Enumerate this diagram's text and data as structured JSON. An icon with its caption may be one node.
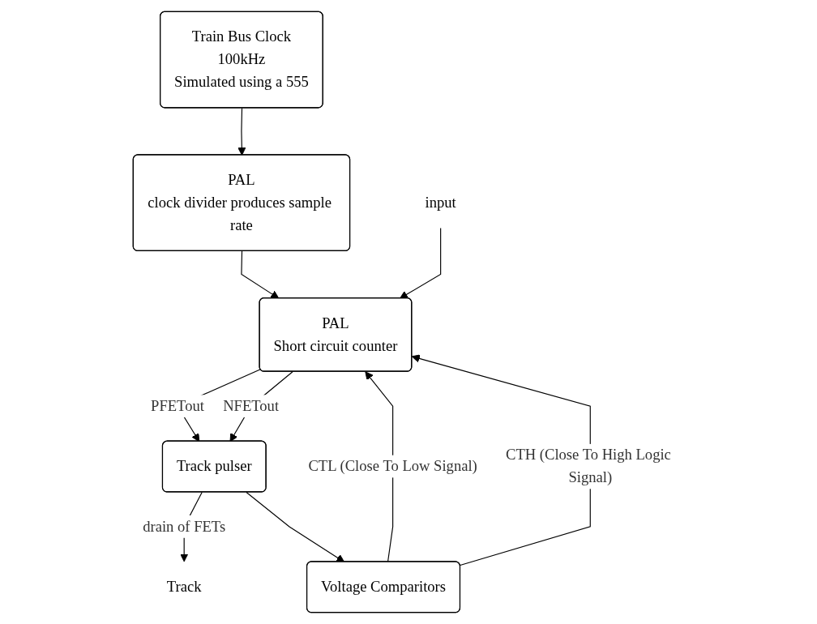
{
  "diagram": {
    "nodes": [
      {
        "text": [
          "Train Bus Clock",
          "100kHz",
          "Simulated using a 555"
        ]
      },
      {
        "text": [
          "PAL",
          "clock divider produces sample rate"
        ]
      },
      {
        "text": [
          "PAL",
          "Short circuit counter"
        ]
      },
      {
        "text": [
          "Track pulser"
        ]
      },
      {
        "text": [
          "Voltage Comparitors"
        ]
      },
      {
        "text": [
          "input"
        ]
      },
      {
        "text": [
          "Track"
        ]
      }
    ],
    "edges": [
      {
        "from": 0,
        "to": 1,
        "arrow": "to"
      },
      {
        "from": 1,
        "to": 2,
        "arrow": "to"
      },
      {
        "from": 5,
        "to": 2,
        "arrow": "to"
      },
      {
        "from": 2,
        "to": 3,
        "arrow": "to",
        "label": "PFETout"
      },
      {
        "from": 2,
        "to": 3,
        "arrow": "to",
        "label": "NFETout"
      },
      {
        "from": 3,
        "to": 6,
        "arrow": "to",
        "label": "drain of FETs"
      },
      {
        "from": 3,
        "to": 4,
        "arrow": "to"
      },
      {
        "from": 4,
        "to": 2,
        "arrow": "to",
        "label": "CTL (Close To Low Signal)"
      },
      {
        "from": 4,
        "to": 2,
        "arrow": "to",
        "label": "CTH (Close To High Logic Signal)"
      }
    ]
  }
}
